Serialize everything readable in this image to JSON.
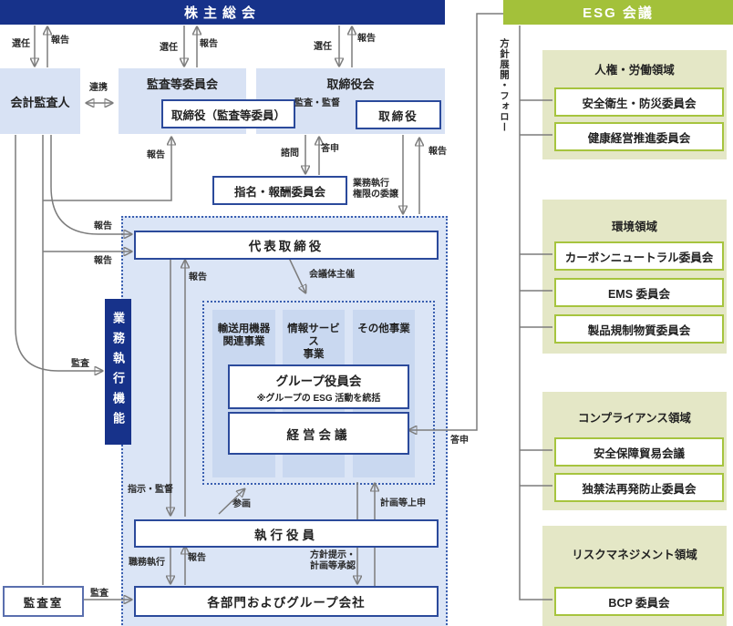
{
  "header": {
    "shareholders": "株主総会",
    "esg": "ESG 会議"
  },
  "org": {
    "accounting_auditor": "会計監査人",
    "audit_committee": "監査等委員会",
    "board": "取締役会",
    "audit_member_directors": "取締役（監査等委員）",
    "directors": "取締役",
    "nomination_committee": "指名・報酬委員会",
    "representative_director": "代表取締役",
    "exec_function": "業務執行機能",
    "div1_l1": "輸送用機器",
    "div1_l2": "関連事業",
    "div2_l1": "情報サービス",
    "div2_l2": "事業",
    "div3": "その他事業",
    "group_board": "グループ役員会",
    "group_board_note": "※グループの ESG 活動を統括",
    "management_meeting": "経営会議",
    "executive_officers": "執行役員",
    "departments": "各部門およびグループ会社",
    "audit_office": "監査室"
  },
  "flow": {
    "appoint": "選任",
    "report": "報告",
    "cooperate": "連携",
    "audit_supervise": "監査・監督",
    "consult": "諮問",
    "reply": "答申",
    "delegate_l1": "業務執行",
    "delegate_l2": "権限の委譲",
    "audit": "監査",
    "host_meetings": "会議体主催",
    "instruct_supervise": "指示・監督",
    "participate": "参画",
    "plan_submit": "計画等上申",
    "duty_exec": "職務執行",
    "policy_l1": "方針提示・",
    "policy_l2": "計画等承認",
    "policy_deploy": "方針展開・フォロー"
  },
  "esg_sections": [
    {
      "title": "人権・労働領域",
      "items": [
        "安全衛生・防災委員会",
        "健康経営推進委員会"
      ]
    },
    {
      "title": "環境領域",
      "items": [
        "カーボンニュートラル委員会",
        "EMS 委員会",
        "製品規制物質委員会"
      ]
    },
    {
      "title": "コンプライアンス領域",
      "items": [
        "安全保障貿易会議",
        "独禁法再発防止委員会"
      ]
    },
    {
      "title": "リスクマネジメント領域",
      "items": [
        "BCP 委員会"
      ]
    }
  ],
  "colors": {
    "navy": "#17328a",
    "panel_blue": "#d8e2f4",
    "container_blue": "#dbe5f6",
    "column_blue": "#c9d8f0",
    "border_navy": "#2b4a9b",
    "dotted_blue": "#3a5fb0",
    "green": "#a3c13a",
    "panel_green": "#e4e7c6",
    "item_border_green": "#a6c43e",
    "line_gray": "#7c7c7c"
  }
}
